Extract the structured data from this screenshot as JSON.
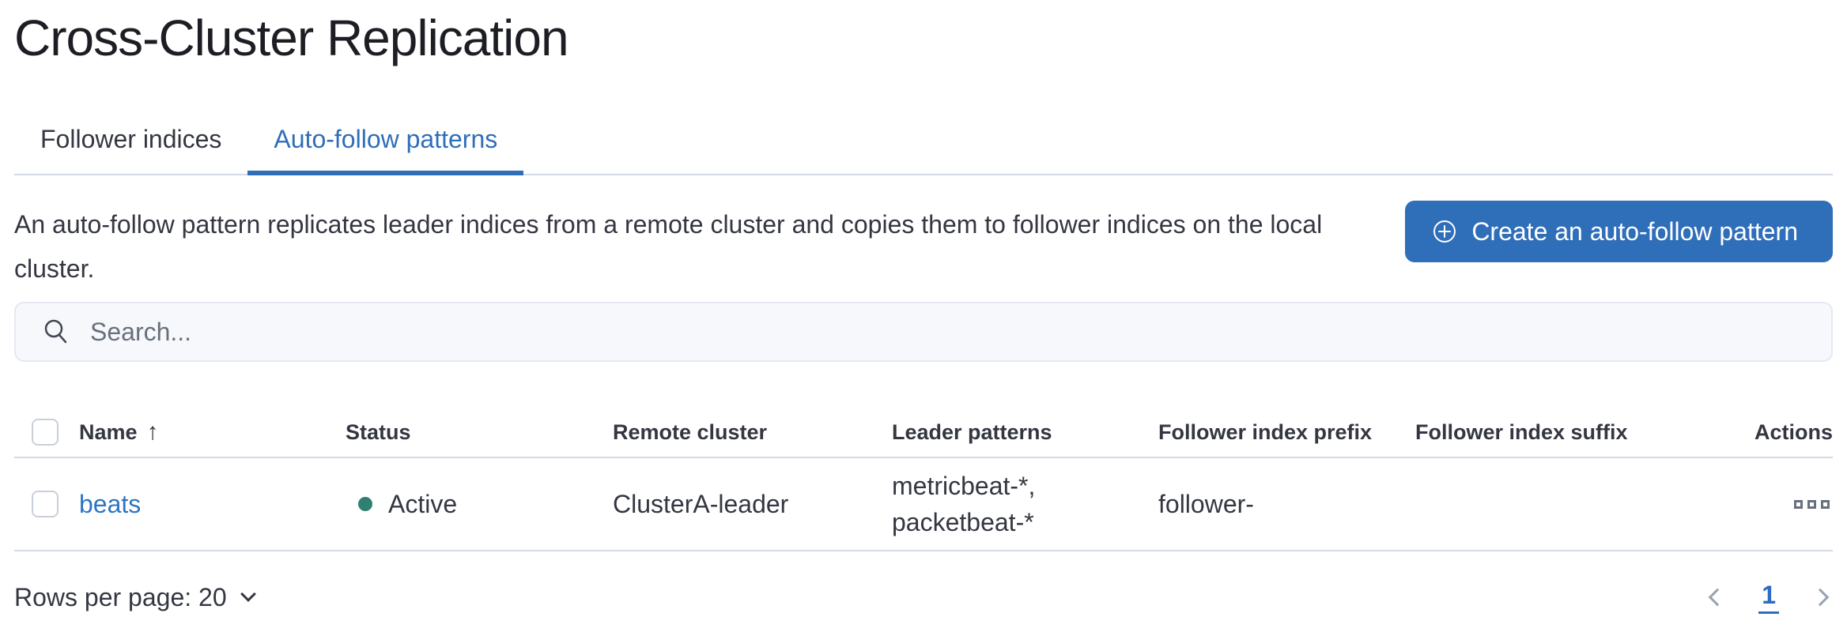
{
  "page": {
    "title": "Cross-Cluster Replication"
  },
  "tabs": [
    {
      "label": "Follower indices",
      "active": false
    },
    {
      "label": "Auto-follow patterns",
      "active": true
    }
  ],
  "description": {
    "text": "An auto-follow pattern replicates leader indices from a remote cluster and copies them to follower indices on the local cluster."
  },
  "create_button": {
    "label": "Create an auto-follow pattern",
    "icon": "plus-in-circle-icon"
  },
  "search": {
    "placeholder": "Search...",
    "icon": "search-icon",
    "value": ""
  },
  "table": {
    "columns": [
      "Name",
      "Status",
      "Remote cluster",
      "Leader patterns",
      "Follower index prefix",
      "Follower index suffix",
      "Actions"
    ],
    "sort": {
      "column": "Name",
      "direction": "ascending",
      "arrow": "↑"
    },
    "rows": [
      {
        "name": "beats",
        "status": "Active",
        "status_color": "#2e8070",
        "remote_cluster": "ClusterA-leader",
        "leader_patterns": "metricbeat-*, packetbeat-*",
        "leader_patterns_lines": [
          "metricbeat-*,",
          "packetbeat-*"
        ],
        "follower_index_prefix": "follower-",
        "follower_index_suffix": "",
        "actions_icon": "boxes-horizontal-icon"
      }
    ]
  },
  "footer": {
    "rows_per_page_label": "Rows per page: 20",
    "rows_per_page_value": "20",
    "pagination": {
      "current_page": "1"
    }
  },
  "colors": {
    "primary": "#2f6eb8",
    "link": "#2d74c4",
    "status_active_dot": "#2e8070",
    "divider": "#d3dae6",
    "text": "#343741",
    "muted": "#69707d"
  }
}
